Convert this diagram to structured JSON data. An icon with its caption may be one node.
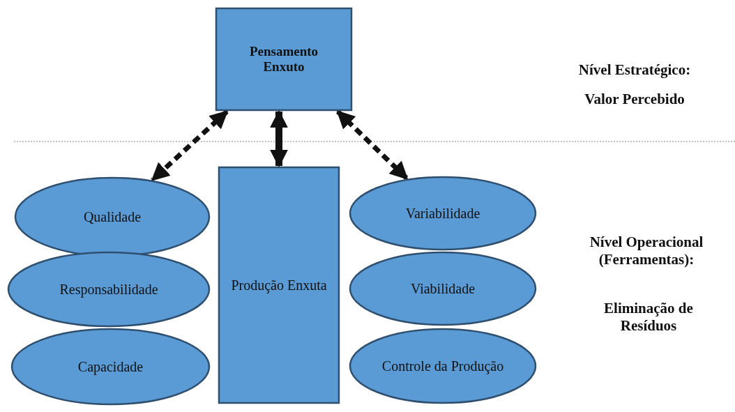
{
  "diagram": {
    "nodes": [
      {
        "text": [
          "Pensamento Enxuto"
        ]
      },
      {
        "text": [
          "Qualidade"
        ]
      },
      {
        "text": [
          "Responsabilidade"
        ]
      },
      {
        "text": [
          "Capacidade"
        ]
      },
      {
        "text": [
          "Produção Enxuta"
        ]
      },
      {
        "text": [
          "Variabilidade"
        ]
      },
      {
        "text": [
          "Viabilidade"
        ]
      },
      {
        "text": [
          "Controle da Produção"
        ]
      }
    ],
    "edges": [
      {
        "from": 0,
        "to": 1,
        "arrow": "both",
        "style": "dashed"
      },
      {
        "from": 0,
        "to": 4,
        "arrow": "both"
      },
      {
        "from": 0,
        "to": 5,
        "arrow": "both",
        "style": "dashed"
      }
    ],
    "labels": [
      "Nível Estratégico:",
      "Valor Percebido",
      "Nível Operacional (Ferramentas):",
      "Eliminação de Resíduos"
    ]
  }
}
